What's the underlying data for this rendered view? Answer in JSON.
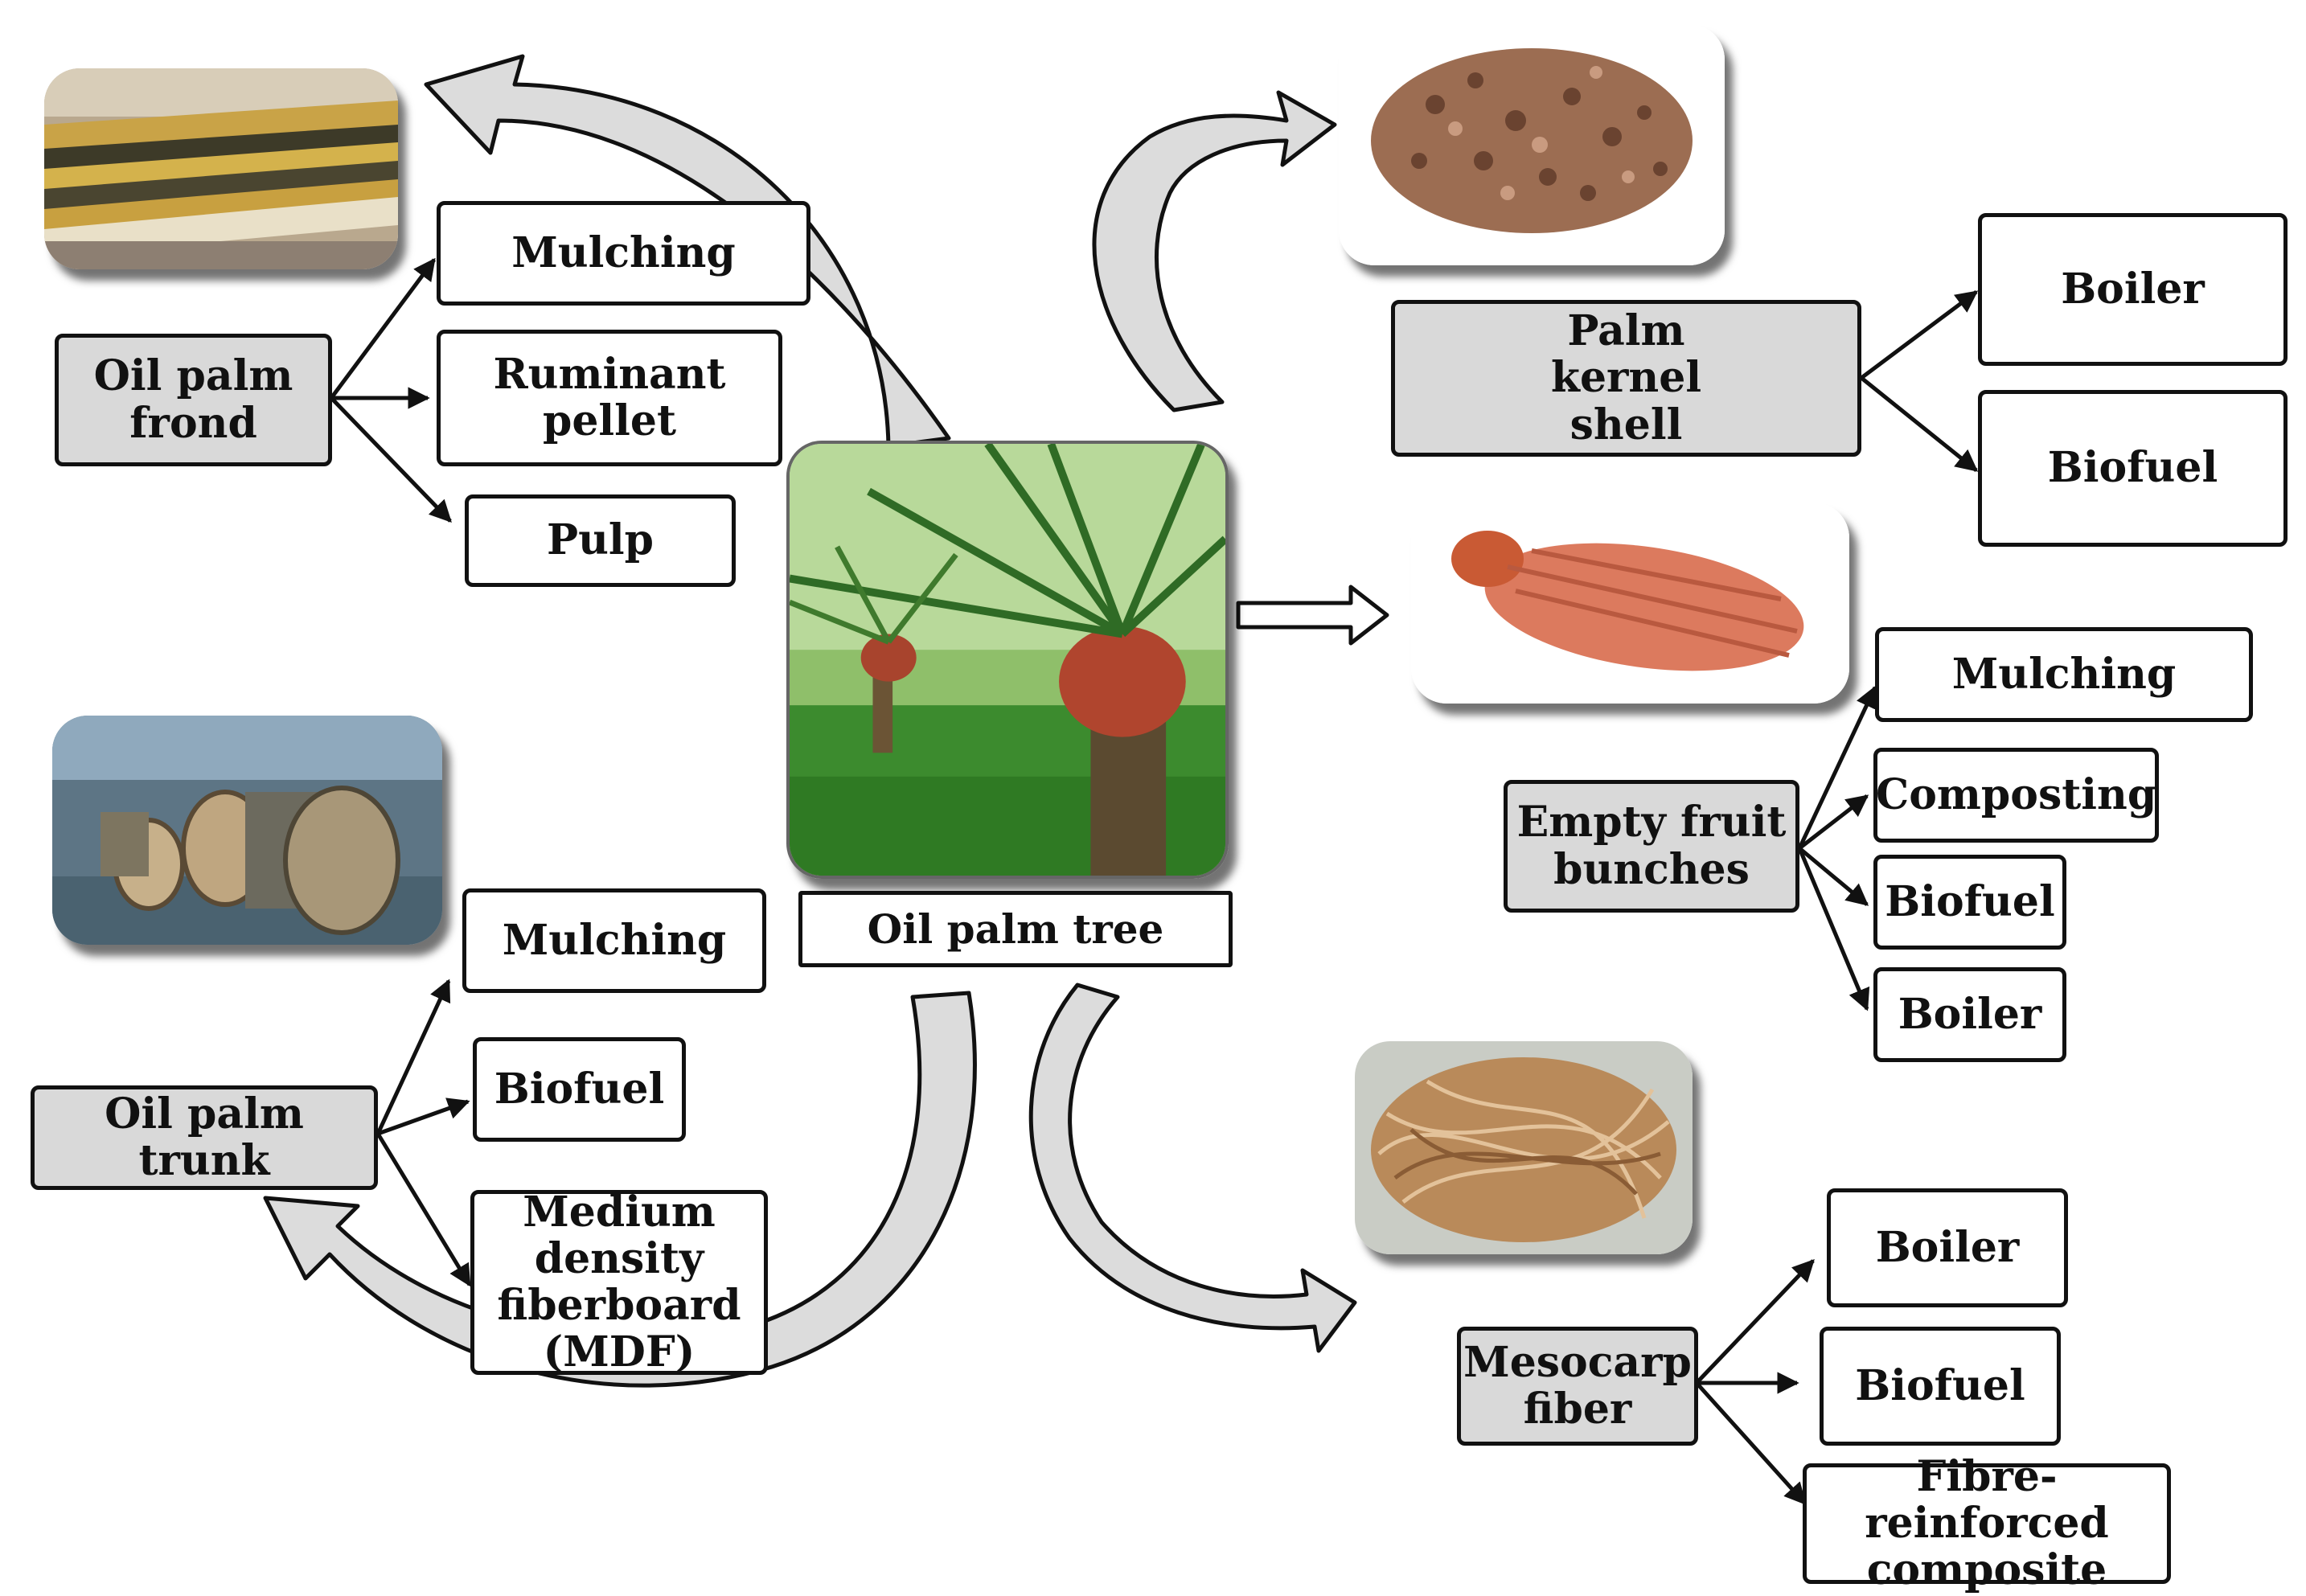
{
  "center": {
    "label": "Oil palm tree"
  },
  "frond": {
    "label": "Oil palm frond",
    "uses": [
      "Mulching",
      "Ruminant pellet",
      "Pulp"
    ]
  },
  "trunk": {
    "label": "Oil palm trunk",
    "uses": [
      "Mulching",
      "Biofuel",
      "Medium density fiberboard (MDF)"
    ]
  },
  "kernel_shell": {
    "label": "Palm kernel shell",
    "uses": [
      "Boiler",
      "Biofuel"
    ]
  },
  "efb": {
    "label": "Empty fruit bunches",
    "uses": [
      "Mulching",
      "Composting",
      "Biofuel",
      "Boiler"
    ]
  },
  "mesocarp": {
    "label": "Mesocarp fiber",
    "uses": [
      "Boiler",
      "Biofuel",
      "Fibre-reinforced composite"
    ]
  },
  "colors": {
    "source_box_fill": "#d9d9d9",
    "use_box_fill": "#ffffff",
    "stroke": "#111111",
    "curved_arrow_fill": "#d9d9d9"
  },
  "icons": [
    "frond-photo",
    "trunk-photo",
    "palm-tree-photo",
    "kernel-shell-photo",
    "empty-fruit-bunch-photo",
    "mesocarp-fiber-photo"
  ]
}
